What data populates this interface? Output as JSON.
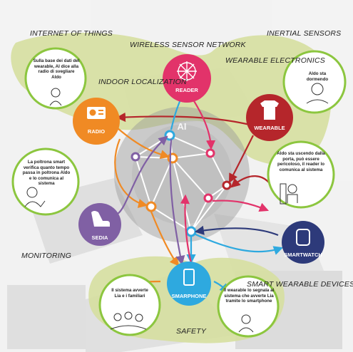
{
  "titles": {
    "iot": "INTERNET OF THINGS",
    "wsn": "WIRELESS SENSOR NETWORK",
    "inertial": "INERTIAL SENSORS",
    "indoor": "INDOOR LOCALIZATION",
    "wearable_el": "WEARABLE ELECTRONICS",
    "monitoring": "MONITORING",
    "smart_wearable": "SMART WEARABLE DEVICES",
    "safety": "SAFETY"
  },
  "nodes": {
    "radio": "RADIO",
    "reader": "READER",
    "wearable": "WEARABLE",
    "sedia": "SEDIA",
    "smartwatch": "SMARTWATCH",
    "smartphone": "SMARPHONE",
    "ai": "AI"
  },
  "bubbles": {
    "iot": "Sulla base dei dati del wearable, AI dice alla radio di svegliare Aldo",
    "inertial": "Aldo sta dormendo",
    "monitoring": "La poltrona smart verifica quanto tempo passa in poltrona Aldo e lo comunica al sistema",
    "wearable": "Aldo sta uscendo dalla porta, può essere pericoloso, il reader lo comunica al sistema",
    "safety_left": "Il sistema avverte Lia e i familiari",
    "safety_right": "Il wearable lo segnala al sistema che avverte Lia tramite lo smartphone"
  },
  "colors": {
    "background": "#f3f3f3",
    "region_green": "#d6dfa0",
    "bubble_border": "#8cc63f",
    "radio": "#f08a24",
    "reader": "#e2336a",
    "wearable": "#b5262b",
    "sedia": "#8060a4",
    "smartwatch": "#2d3a7a",
    "smartphone": "#2ea9df"
  }
}
